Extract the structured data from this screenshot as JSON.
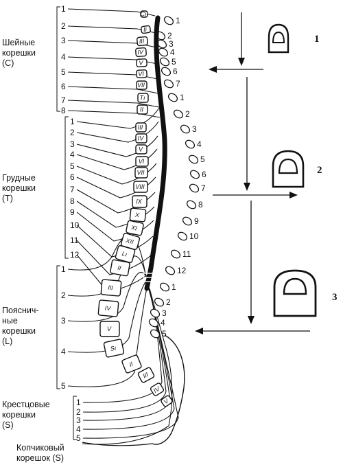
{
  "groups": {
    "cervical": {
      "line1": "Шейные",
      "line2": "корешки",
      "line3": "(C)"
    },
    "thoracic": {
      "line1": "Грудные",
      "line2": "корешки",
      "line3": "(T)"
    },
    "lumbar": {
      "line1": "Пояснич-",
      "line2": "ные",
      "line3": "корешки",
      "line4": "(L)"
    },
    "sacral": {
      "line1": "Крестцовые",
      "line2": "корешки",
      "line3": "(S)"
    },
    "coccygeal": {
      "line1": "Копчиковый",
      "line2": "корешок (S)"
    }
  },
  "root_numbers": {
    "cervical": [
      "1",
      "2",
      "3",
      "4",
      "5",
      "6",
      "7",
      "8"
    ],
    "thoracic": [
      "1",
      "2",
      "3",
      "4",
      "5",
      "6",
      "7",
      "8",
      "9",
      "10",
      "11",
      "12"
    ],
    "lumbar": [
      "1",
      "2",
      "3",
      "4",
      "5"
    ],
    "sacral": [
      "1",
      "2",
      "3",
      "4",
      "5"
    ]
  },
  "vertebra_labels": [
    "Cı",
    "II",
    "III",
    "IV",
    "V",
    "VI",
    "VII",
    "Tı",
    "II",
    "III",
    "IV",
    "V",
    "VI",
    "VII",
    "VIII",
    "IX",
    "X",
    "XI",
    "XII",
    "Lı",
    "II",
    "III",
    "IV",
    "V",
    "Sı",
    "II",
    "III",
    "IV",
    "V"
  ],
  "spinous_numbers": [
    "1",
    "2",
    "3",
    "4",
    "5",
    "6",
    "7",
    "1",
    "2",
    "3",
    "4",
    "5",
    "6",
    "7",
    "8",
    "9",
    "10",
    "11",
    "12",
    "1",
    "2",
    "3",
    "4",
    "5"
  ],
  "figures": [
    "1",
    "2",
    "3"
  ],
  "colors": {
    "ink": "#111111",
    "background": "#ffffff"
  }
}
